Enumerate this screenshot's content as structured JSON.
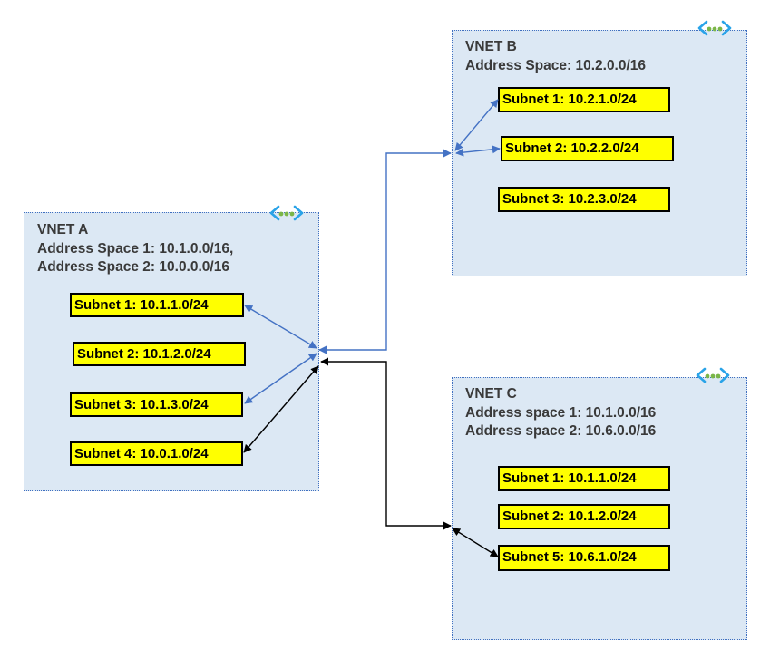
{
  "colors": {
    "vnet_fill": "#dce8f4",
    "vnet_border": "#3f6fc0",
    "subnet_fill": "#ffff00",
    "peering_blue": "#4472c4",
    "peering_black": "#000000"
  },
  "vnet_a": {
    "title": "VNET A",
    "address_line_1": "Address Space 1: 10.1.0.0/16,",
    "address_line_2": "Address Space 2: 10.0.0.0/16",
    "icon": "virtual-network-icon",
    "subnets": [
      "Subnet 1: 10.1.1.0/24",
      "Subnet 2: 10.1.2.0/24",
      "Subnet 3: 10.1.3.0/24",
      "Subnet 4: 10.0.1.0/24"
    ]
  },
  "vnet_b": {
    "title": "VNET B",
    "address_line_1": "Address Space: 10.2.0.0/16",
    "icon": "virtual-network-icon",
    "subnets": [
      "Subnet 1: 10.2.1.0/24",
      "Subnet 2: 10.2.2.0/24",
      "Subnet 3: 10.2.3.0/24"
    ]
  },
  "vnet_c": {
    "title": "VNET C",
    "address_line_1": "Address space 1: 10.1.0.0/16",
    "address_line_2": "Address space 2: 10.6.0.0/16",
    "icon": "virtual-network-icon",
    "subnets": [
      "Subnet 1: 10.1.1.0/24",
      "Subnet 2: 10.1.2.0/24",
      "Subnet 5: 10.6.1.0/24"
    ]
  }
}
